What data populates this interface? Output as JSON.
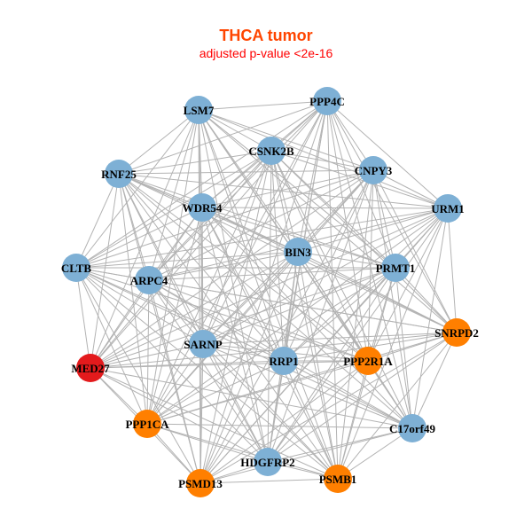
{
  "title": "THCA tumor",
  "subtitle": "adjusted p-value <2e-16",
  "colors": {
    "normal": "#7eb0d5",
    "highlight": "#ff7f00",
    "target": "#e31a1c",
    "edge": "#b3b3b3",
    "title": "#ff4500",
    "subtitle": "#ff0000"
  },
  "graph": {
    "fully_connected": true,
    "nodes": [
      {
        "label": "LSM7",
        "group": "normal"
      },
      {
        "label": "PPP4C",
        "group": "normal"
      },
      {
        "label": "CSNK2B",
        "group": "normal"
      },
      {
        "label": "CNPY3",
        "group": "normal"
      },
      {
        "label": "RNF25",
        "group": "normal"
      },
      {
        "label": "WDR54",
        "group": "normal"
      },
      {
        "label": "URM1",
        "group": "normal"
      },
      {
        "label": "BIN3",
        "group": "normal"
      },
      {
        "label": "CLTB",
        "group": "normal"
      },
      {
        "label": "ARPC4",
        "group": "normal"
      },
      {
        "label": "PRMT1",
        "group": "normal"
      },
      {
        "label": "SNRPD2",
        "group": "highlight"
      },
      {
        "label": "SARNP",
        "group": "normal"
      },
      {
        "label": "MED27",
        "group": "target"
      },
      {
        "label": "RRP1",
        "group": "normal"
      },
      {
        "label": "PPP2R1A",
        "group": "highlight"
      },
      {
        "label": "PPP1CA",
        "group": "highlight"
      },
      {
        "label": "C17orf49",
        "group": "normal"
      },
      {
        "label": "HDGFRP2",
        "group": "normal"
      },
      {
        "label": "PSMD13",
        "group": "highlight"
      },
      {
        "label": "PSMB1",
        "group": "highlight"
      }
    ]
  }
}
